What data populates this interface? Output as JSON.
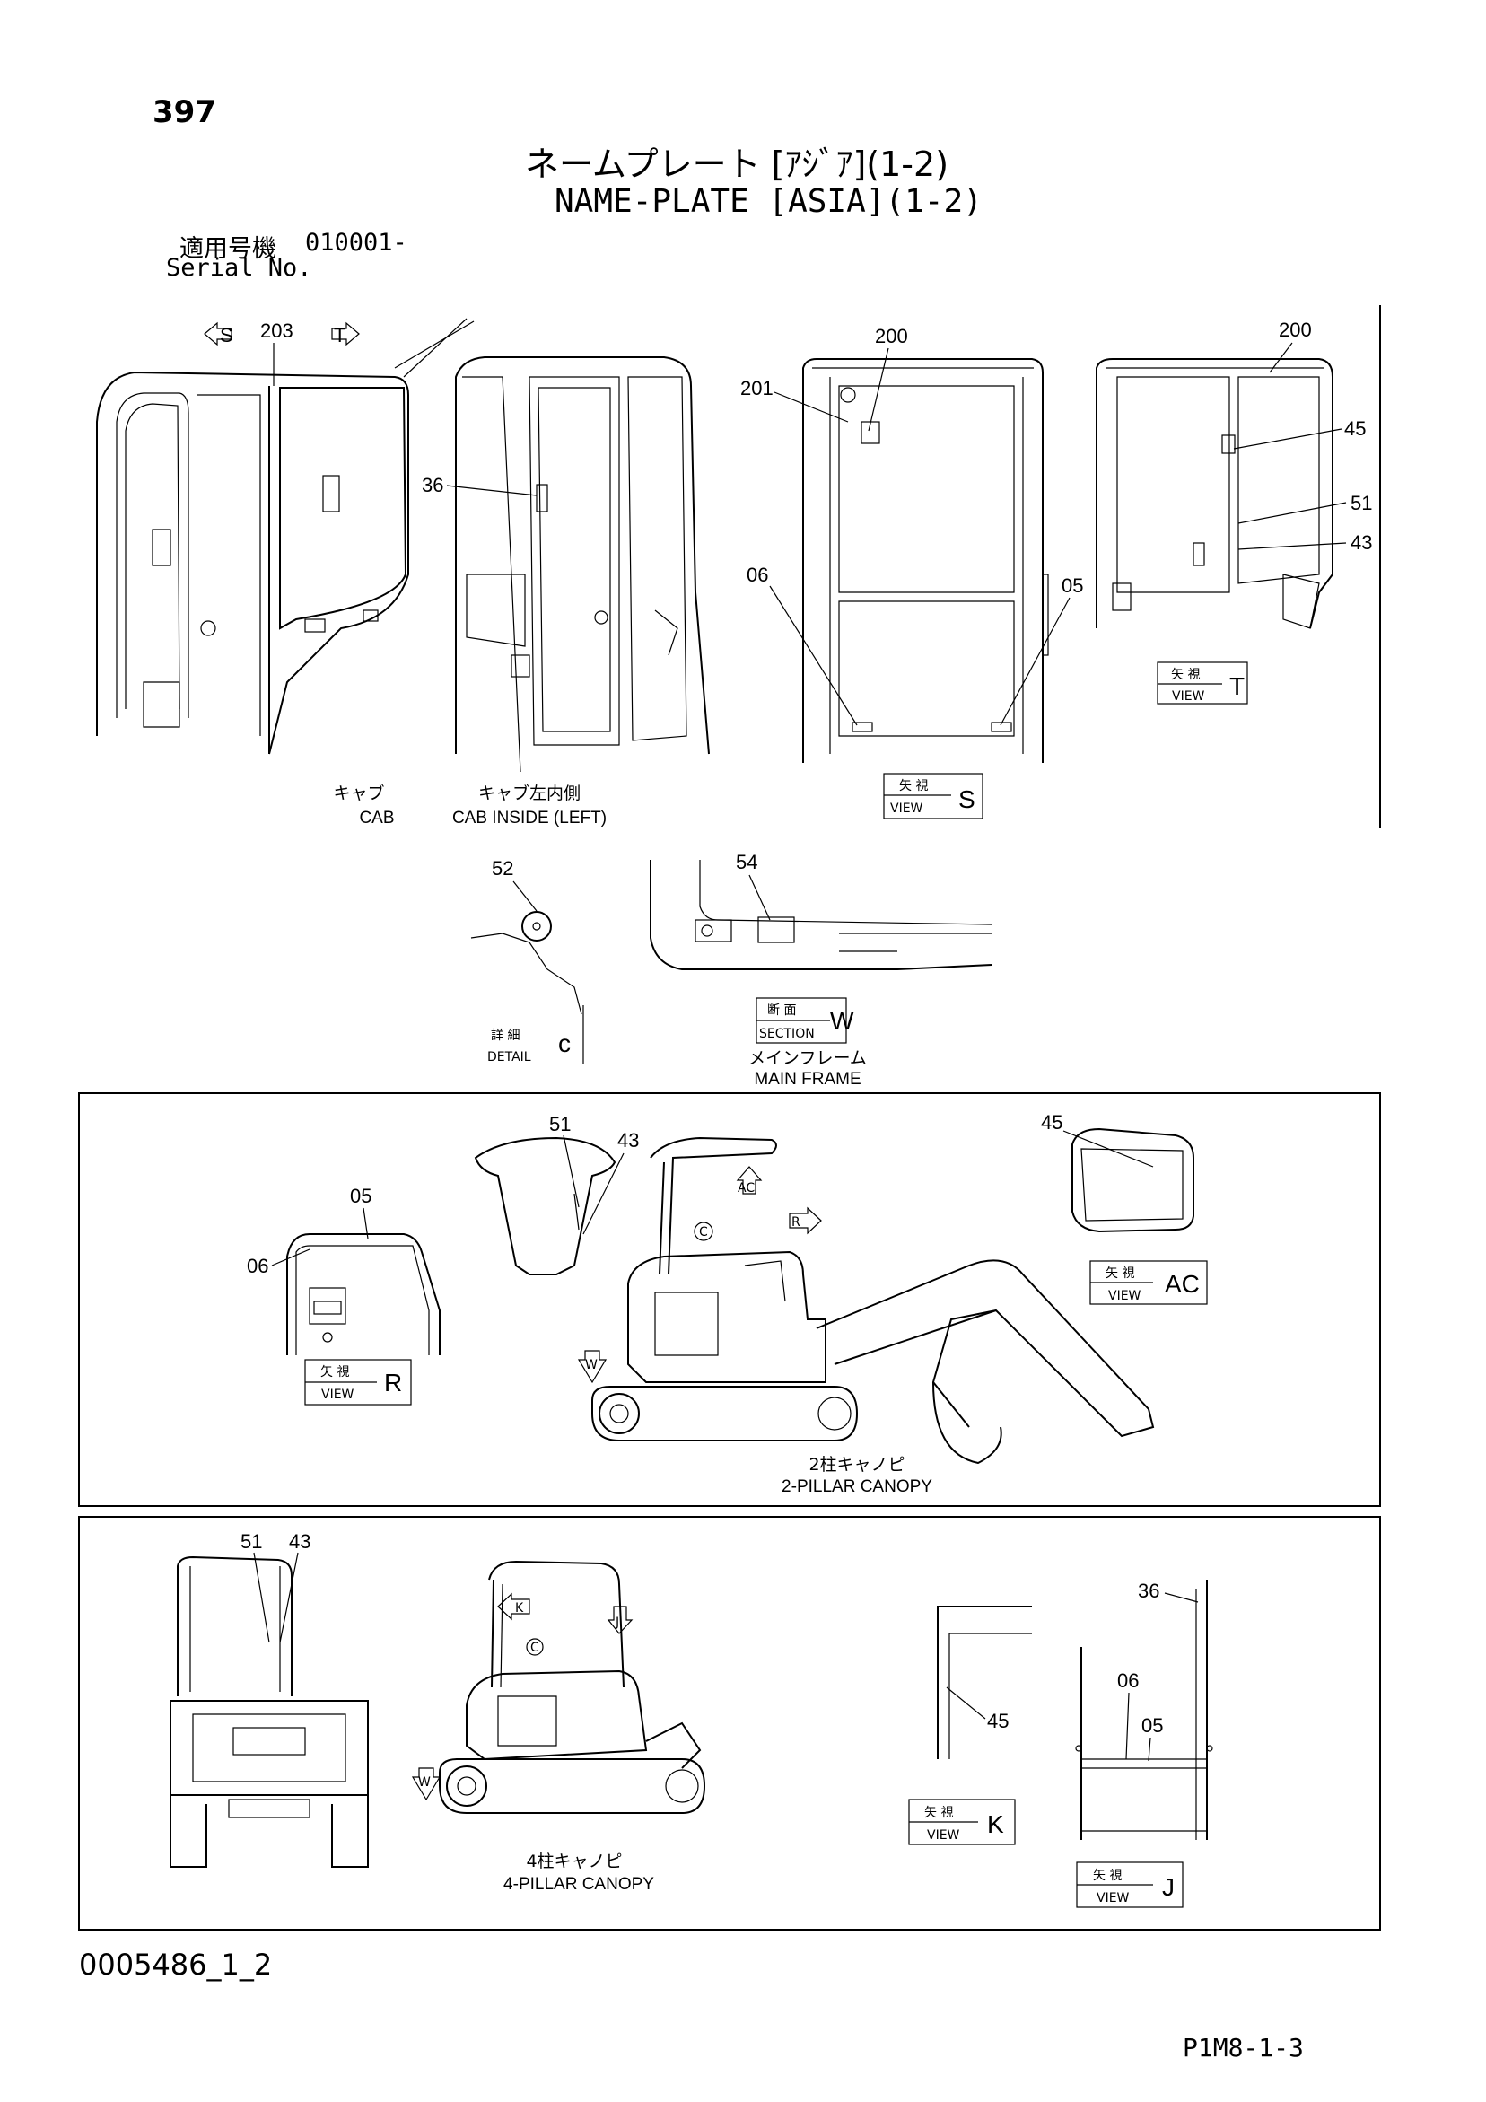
{
  "header": {
    "page_number": "397",
    "title_ja": "ネームプレート [ｱｼﾞｱ](1-2)",
    "title_en": "NAME-PLATE [ASIA](1-2)",
    "serial_label_ja": "適用号機",
    "serial_value": "010001-",
    "serial_label_en": "Serial No."
  },
  "callouts": {
    "c203": "203",
    "c200a": "200",
    "c200b": "200",
    "c201": "201",
    "c36a": "36",
    "c45a": "45",
    "c51a": "51",
    "c43a": "43",
    "c06a": "06",
    "c05a": "05",
    "c52": "52",
    "c54": "54",
    "c51b": "51",
    "c43b": "43",
    "c05b": "05",
    "c06b": "06",
    "c45b": "45",
    "c51c": "51",
    "c43c": "43",
    "c36b": "36",
    "c06c": "06",
    "c05c": "05",
    "c45c": "45"
  },
  "arrows": {
    "s": "S",
    "t": "T",
    "ac": "AC",
    "r": "R",
    "c1": "C",
    "w1": "W",
    "k": "K",
    "j": "J",
    "c2": "C",
    "w2": "W"
  },
  "captions": {
    "cab_ja": "キャブ",
    "cab_en": "CAB",
    "cab_inside_ja": "キャブ左内側",
    "cab_inside_en": "CAB  INSIDE (LEFT)",
    "view_ja": "矢 視",
    "view_en": "VIEW",
    "view_s": "S",
    "view_t": "T",
    "view_r": "R",
    "view_ac": "AC",
    "view_k": "K",
    "view_j": "J",
    "detail_ja": "詳 細",
    "detail_en": "DETAIL",
    "detail_letter": "c",
    "section_ja": "断 面",
    "section_en": "SECTION",
    "section_letter": "W",
    "main_frame_ja": "メインフレーム",
    "main_frame_en": "MAIN  FRAME",
    "canopy2_ja": "2柱キャノピ",
    "canopy2_en": "2-PILLAR  CANOPY",
    "canopy4_ja": "4柱キャノピ",
    "canopy4_en": "4-PILLAR  CANOPY"
  },
  "footer": {
    "doc_id": "0005486_1_2",
    "page_code": "P1M8-1-3"
  }
}
